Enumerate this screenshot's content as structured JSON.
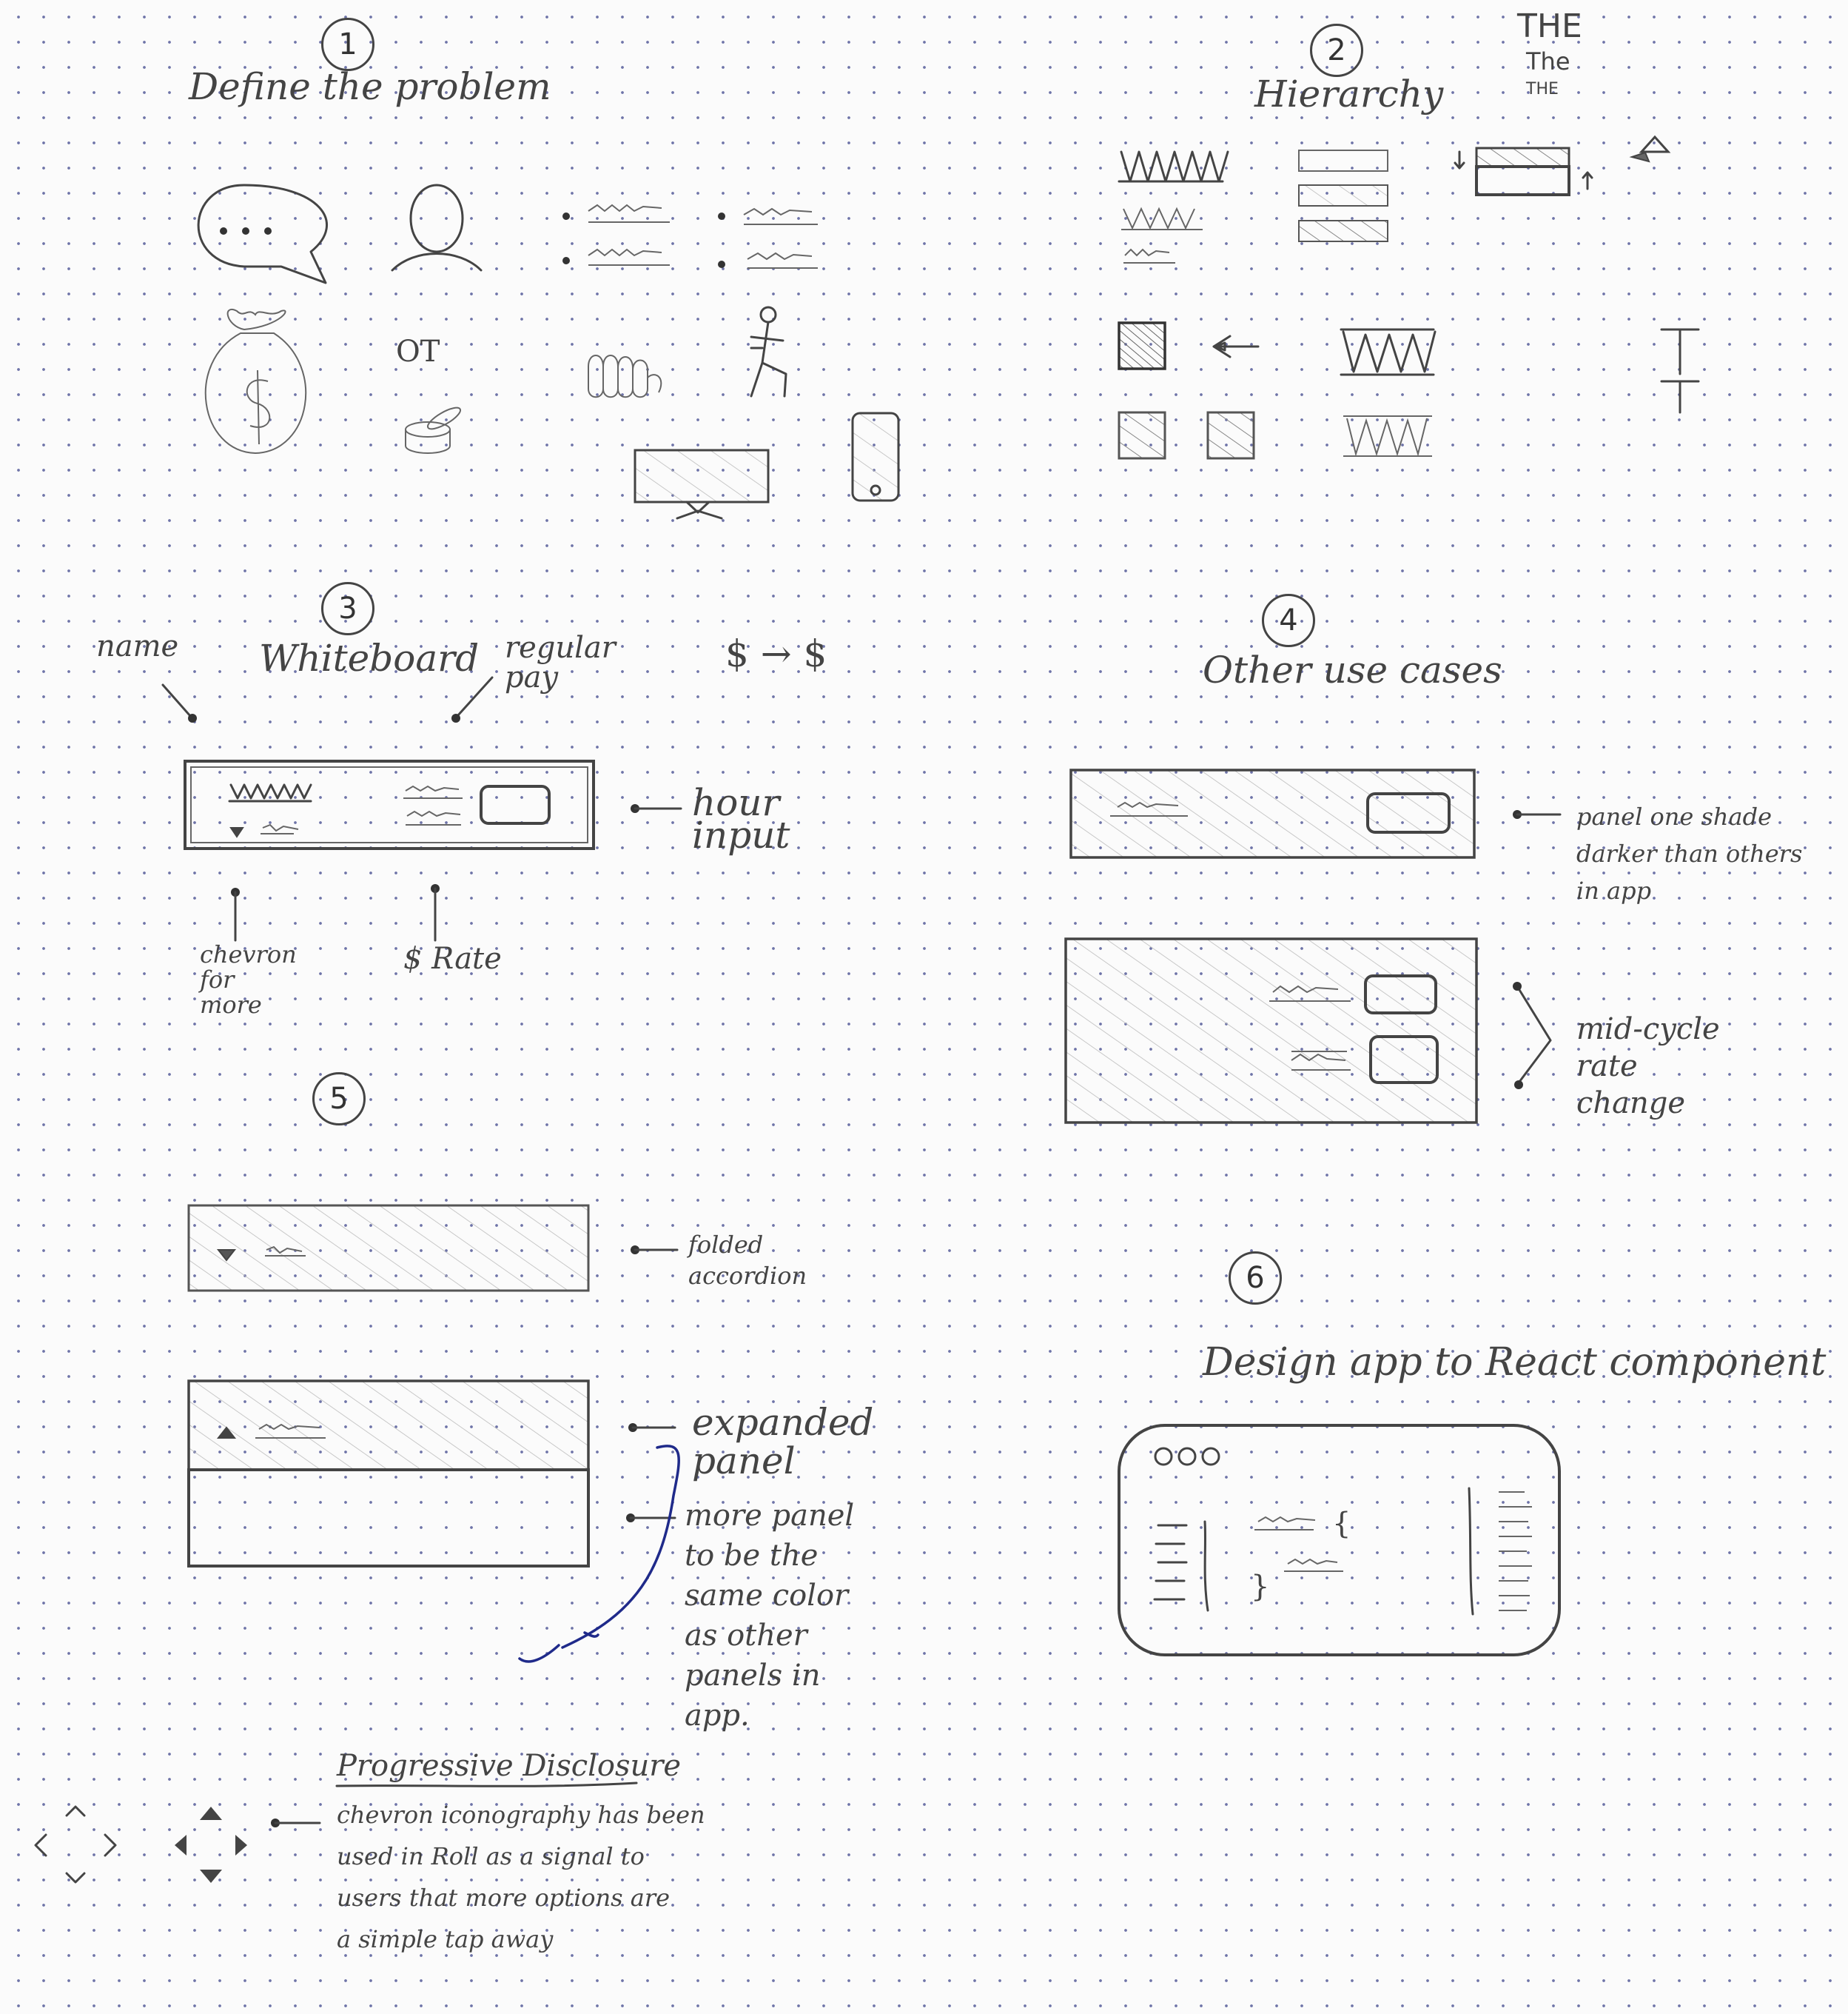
{
  "sections": [
    {
      "number": "1",
      "title": "Define the problem",
      "labels": [
        "OT"
      ]
    },
    {
      "number": "2",
      "title": "Hierarchy",
      "type_samples": [
        "THE",
        "The",
        "THE"
      ],
      "glyphs": [
        "W",
        "W",
        "T",
        "T"
      ]
    },
    {
      "number": "3",
      "title": "Whiteboard",
      "money": "$ → $",
      "labels": {
        "name": "name",
        "regular_pay": "regular pay",
        "hour_input": "hour input",
        "chevron": "chevron for more",
        "rate": "$ Rate"
      }
    },
    {
      "number": "4",
      "title": "Other use cases",
      "labels": {
        "panel_shade": "panel one shade darker than others in app",
        "rate_change": "mid-cycle rate change"
      }
    },
    {
      "number": "5",
      "labels": {
        "folded": "folded accordion",
        "expanded": "expanded panel",
        "more_panel": "more panel to be the same color as other panels in app."
      }
    },
    {
      "number": "6",
      "title": "Design app to React component",
      "code_braces": [
        "{",
        "}"
      ]
    }
  ],
  "note": {
    "heading": "Progressive Disclosure",
    "lines": [
      "chevron iconography has been",
      "used in Roll as a signal to",
      "users that more options are",
      "a simple tap away"
    ]
  }
}
